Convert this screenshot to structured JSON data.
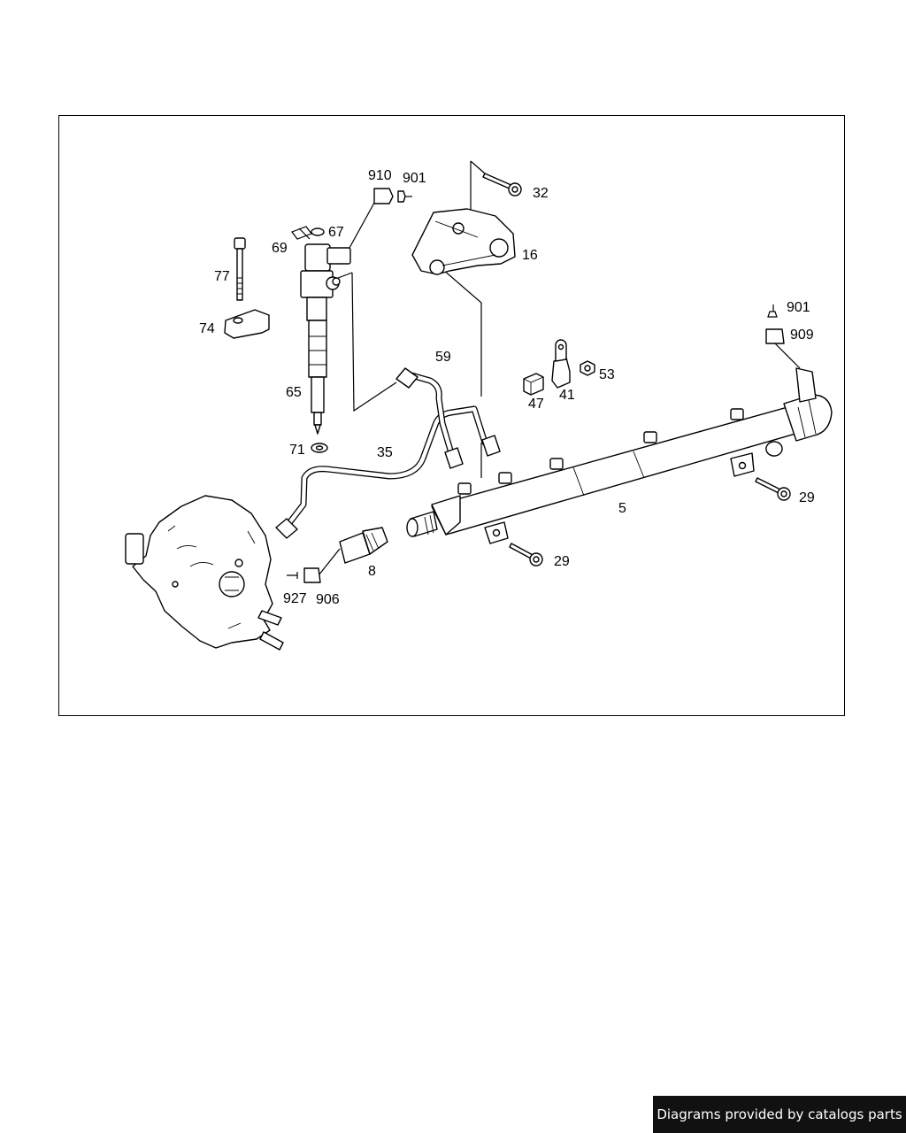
{
  "credit": {
    "text": "Diagrams provided by catalogs parts"
  },
  "callouts": {
    "c910": "910",
    "c901a": "901",
    "c32": "32",
    "c67": "67",
    "c69": "69",
    "c16": "16",
    "c77": "77",
    "c901b": "901",
    "c909": "909",
    "c74": "74",
    "c59": "59",
    "c53": "53",
    "c65": "65",
    "c47": "47",
    "c41": "41",
    "c71": "71",
    "c35": "35",
    "c29a": "29",
    "c5": "5",
    "c29b": "29",
    "c8": "8",
    "c927": "927",
    "c906": "906"
  }
}
